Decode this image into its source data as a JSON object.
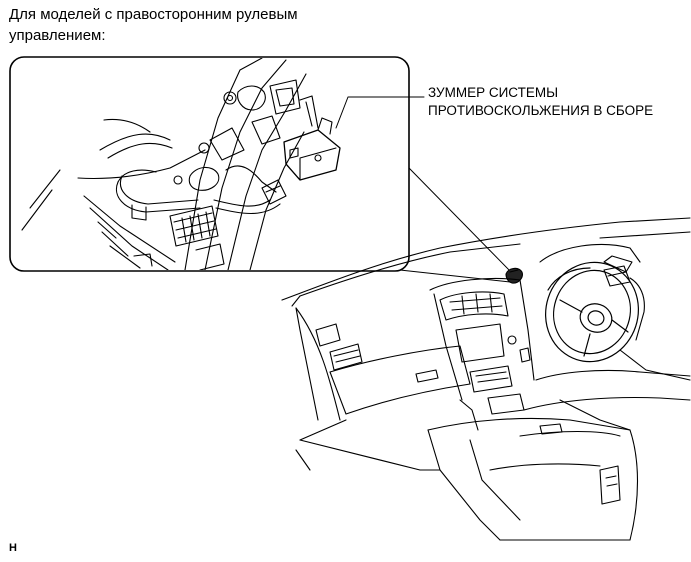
{
  "caption": {
    "line1": "Для моделей с правосторонним рулевым",
    "line2": "управлением:"
  },
  "callout": {
    "line1": "ЗУММЕР СИСТЕМЫ",
    "line2": "ПРОТИВОСКОЛЬЖЕНИЯ В СБОРЕ"
  },
  "footer_code": "H"
}
